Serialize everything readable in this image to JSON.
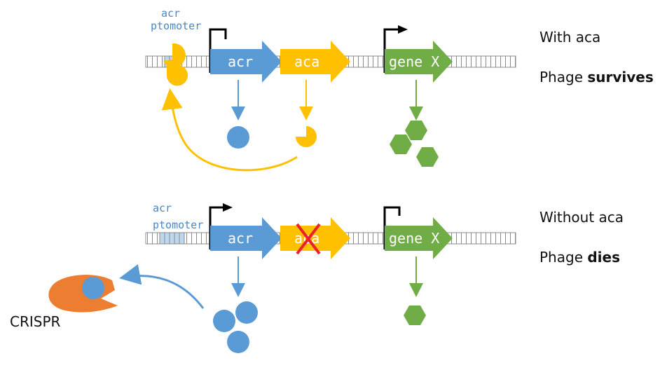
{
  "top_panel": {
    "promoter_label_line1": "acr",
    "promoter_label_line2": "ptomoter",
    "gene_acr": "acr",
    "gene_aca": "aca",
    "gene_x": "gene X",
    "condition": "With aca",
    "outcome_prefix": "Phage ",
    "outcome_bold": "survives"
  },
  "bottom_panel": {
    "promoter_label_line1": "acr",
    "promoter_label_line2": "ptomoter",
    "gene_acr": "acr",
    "gene_aca": "aca",
    "gene_x": "gene X",
    "condition": "Without aca",
    "outcome_prefix": "Phage ",
    "outcome_bold": "dies",
    "crispr_label": "CRISPR"
  },
  "colors": {
    "acr": "#5b9bd5",
    "aca": "#ffc000",
    "gene_x": "#70ad47",
    "crispr": "#ed7d31",
    "cross": "#e8212b",
    "promoter_box": "#bdd7ee"
  }
}
